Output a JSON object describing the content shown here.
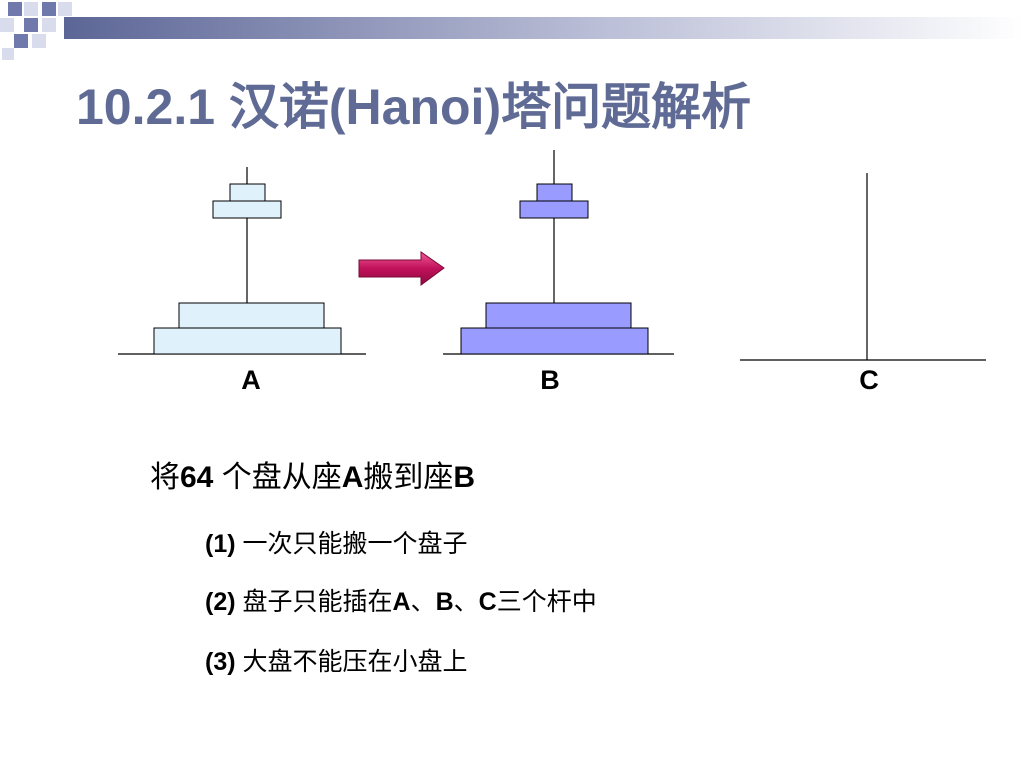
{
  "title": "10.2.1  汉诺(Hanoi)塔问题解析",
  "pegs": {
    "a_label": "A",
    "b_label": "B",
    "c_label": "C"
  },
  "colors": {
    "title": "#5f6b95",
    "disk_a_fill": "#dff1fb",
    "disk_b_fill": "#9a9bff",
    "arrow": "#c0115a",
    "deco_square": "#6f79ac"
  },
  "statement": {
    "pre": "将",
    "count": "64",
    "mid": " 个盘从座",
    "from": "A",
    "mid2": "搬到座",
    "to": "B"
  },
  "rules": [
    {
      "num": "(1)",
      "text": " 一次只能搬一个盘子"
    },
    {
      "num": "(2)",
      "text": " 盘子只能插在",
      "a": "A",
      "sep1": "、",
      "b": "B",
      "sep2": "、",
      "c": "C",
      "tail": "三个杆中"
    },
    {
      "num": "(3)",
      "text": " 大盘不能压在小盘上"
    }
  ]
}
